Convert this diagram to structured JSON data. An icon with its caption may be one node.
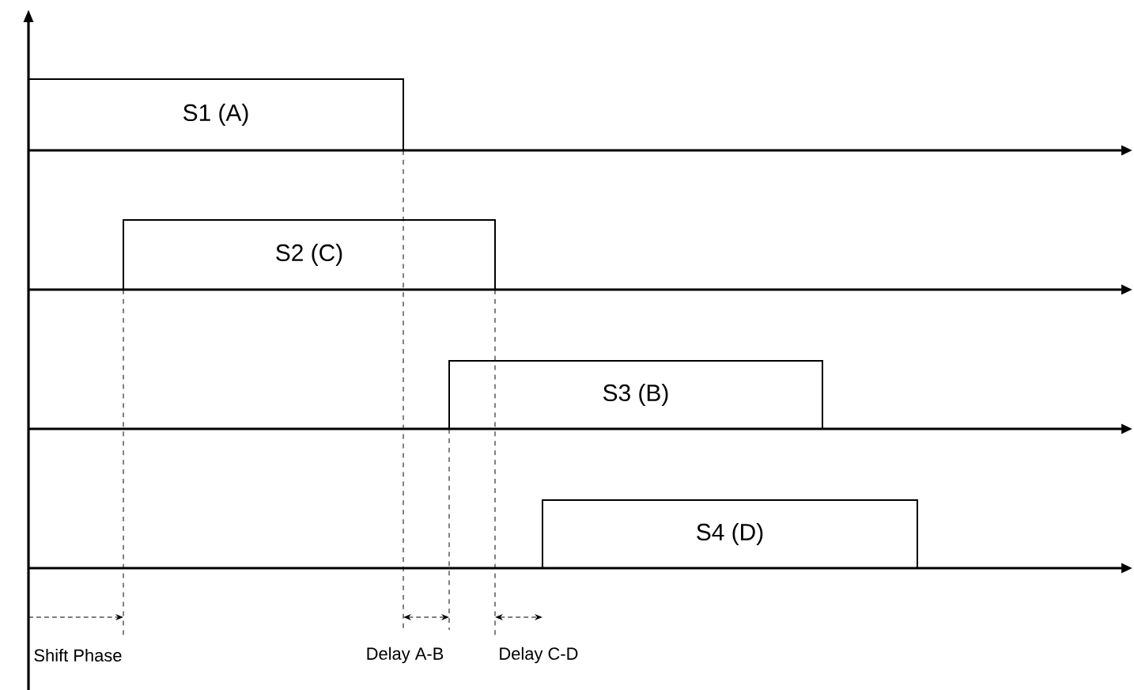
{
  "diagram": {
    "nodes": [
      {
        "text": [
          "S1 (A)"
        ]
      },
      {
        "text": [
          "S2 (C)"
        ]
      },
      {
        "text": [
          "S3 (B)"
        ]
      },
      {
        "text": [
          "S4 (D)"
        ]
      }
    ],
    "labels": [
      "Shift Phase",
      "Delay A-B",
      "Delay C-D"
    ]
  }
}
